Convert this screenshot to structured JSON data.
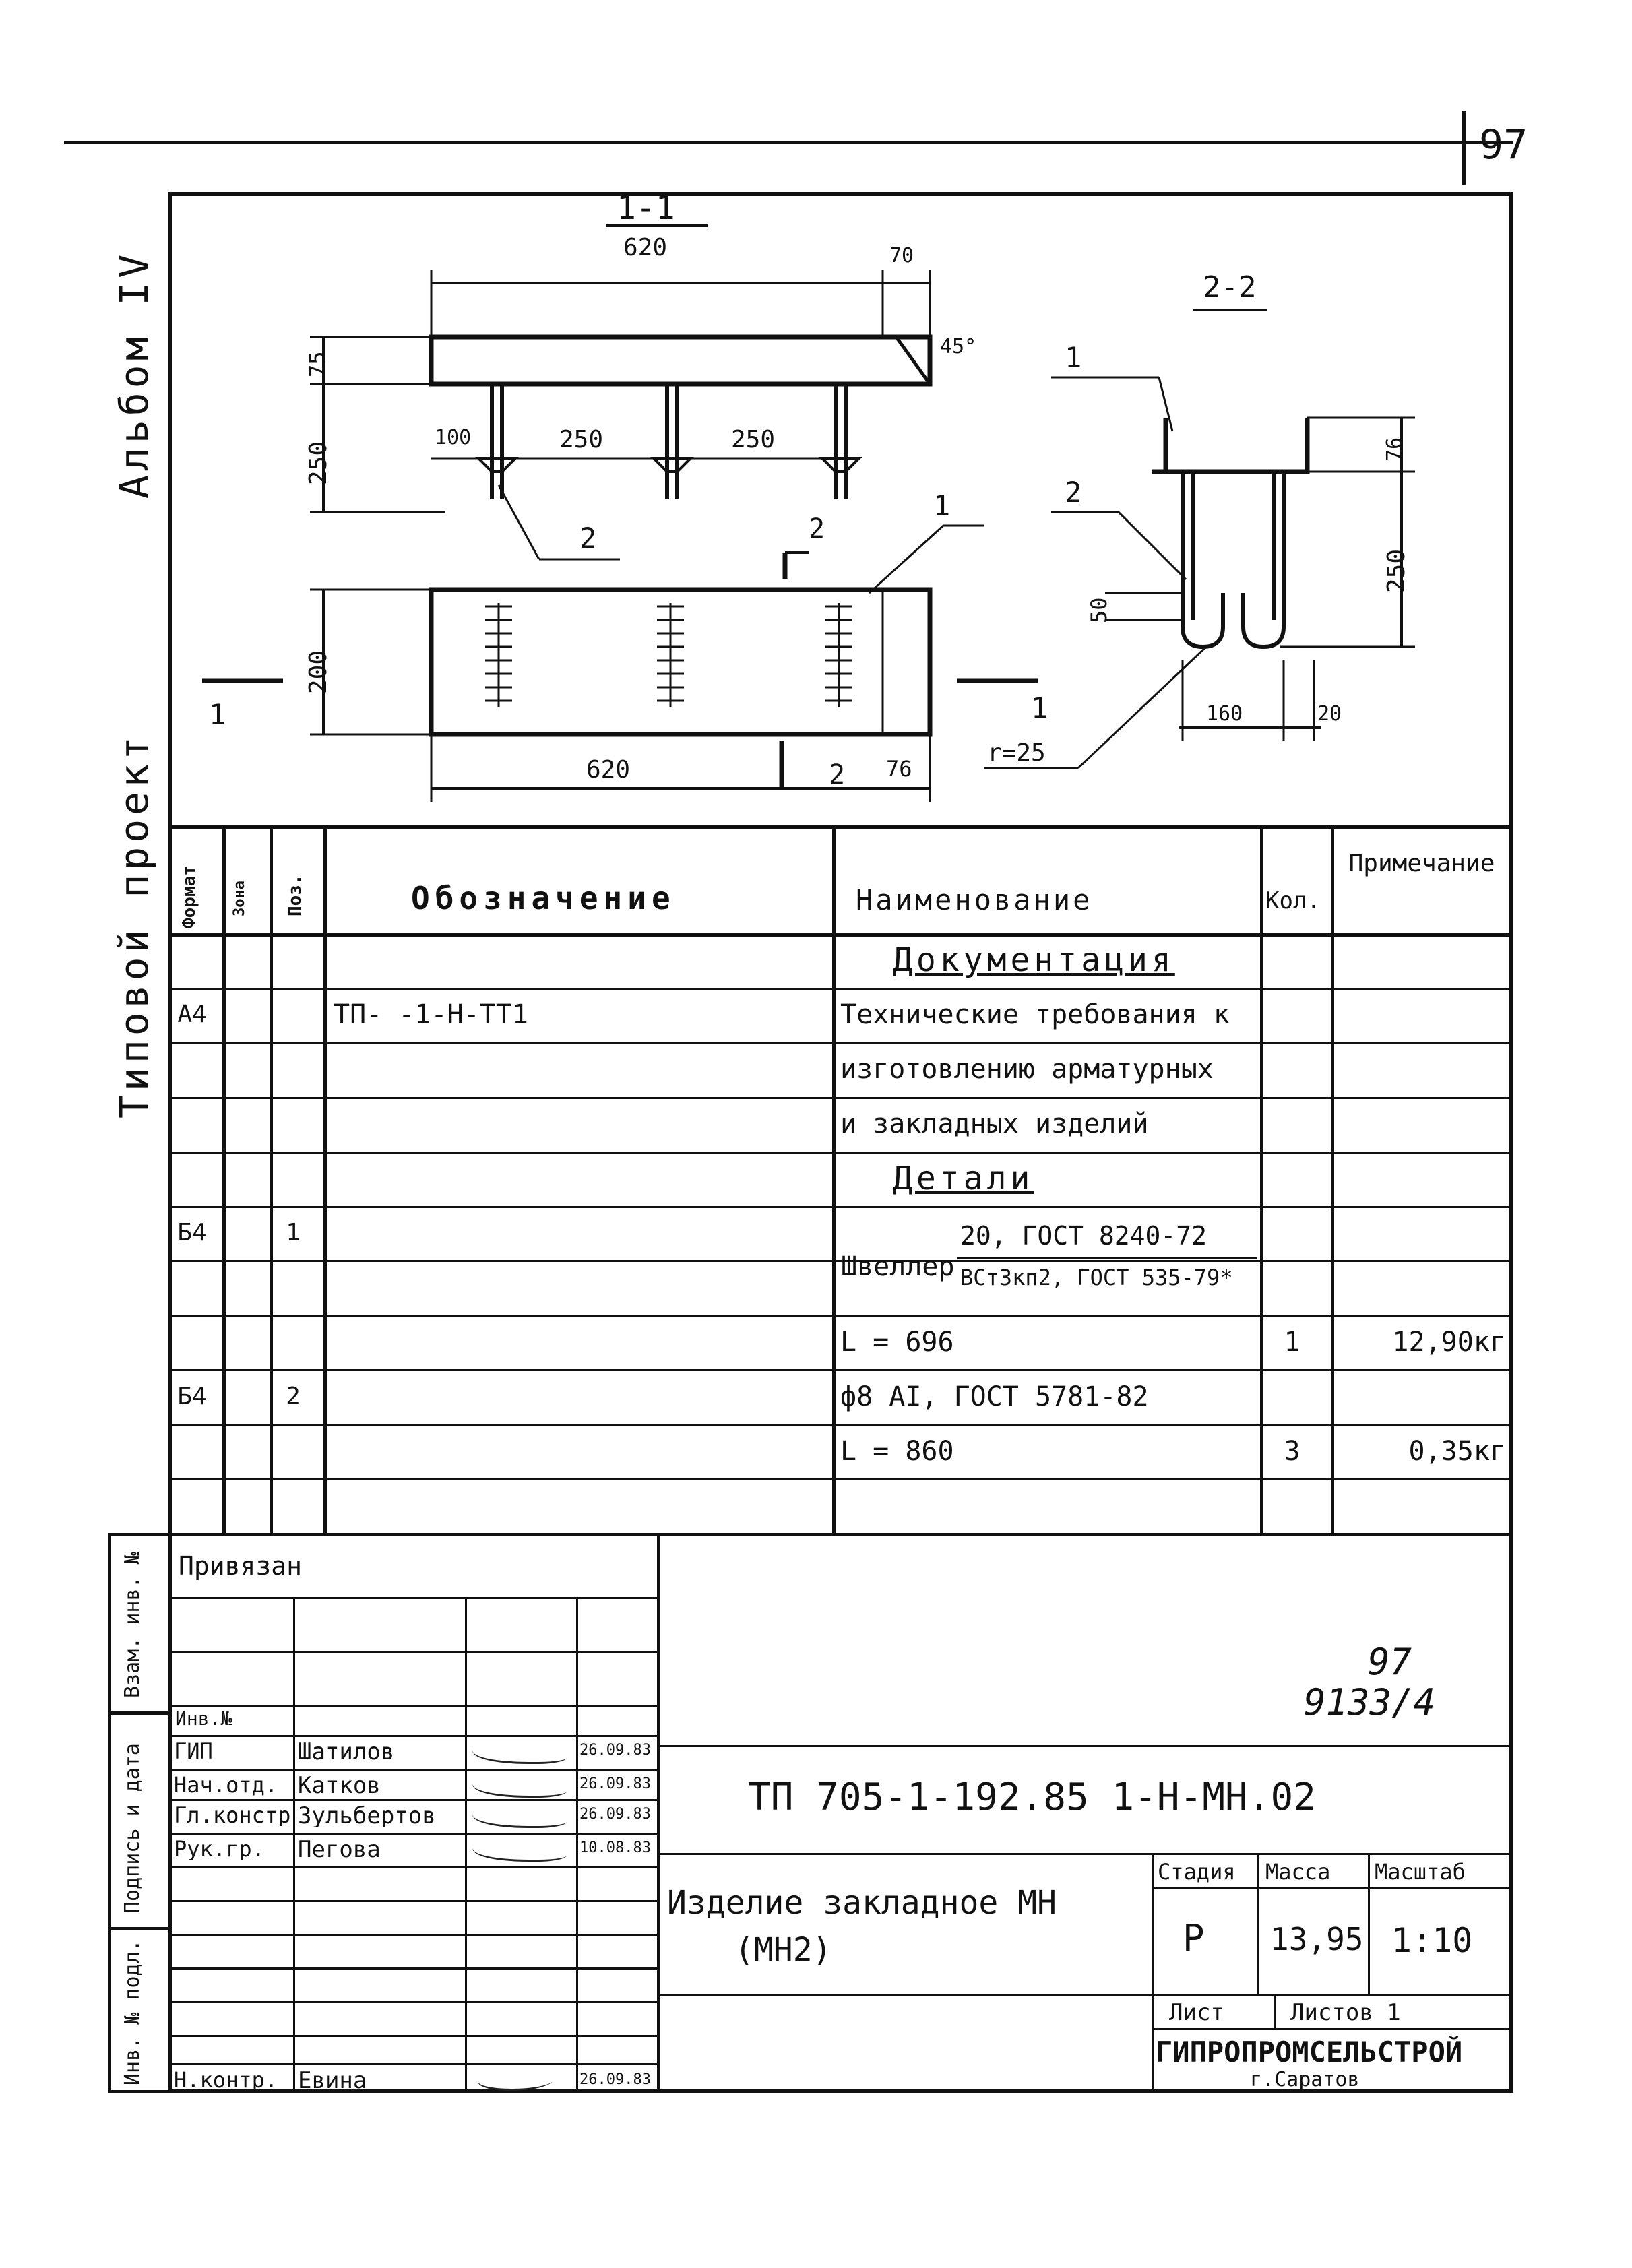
{
  "sheet_number": "97",
  "side_labels": {
    "album": "Альбом IV",
    "project": "Типовой проект",
    "vzam": "Взам. инв. №",
    "podpis": "Подпись и дата",
    "inv_podl": "Инв. № подл."
  },
  "drawing": {
    "section_1_title": "1-1",
    "section_2_title": "2-2",
    "dim_620_top": "620",
    "dim_70": "70",
    "angle_45": "45°",
    "dim_75": "75",
    "dim_250_v": "250",
    "dim_100": "100",
    "dim_250_a": "250",
    "dim_250_b": "250",
    "pos_2_a": "2",
    "pos_2_b": "2",
    "pos_1_a": "1",
    "dim_200": "200",
    "dim_620_bottom": "620",
    "cut_1_left": "1",
    "cut_1_right": "1",
    "cut_2": "2",
    "dim_76": "76",
    "pos_1_b": "1",
    "pos_2_c": "2",
    "dim_76_s": "76",
    "dim_250_s": "250",
    "dim_50": "50",
    "dim_160": "160",
    "dim_20": "20",
    "radius": "r=25"
  },
  "spec_table": {
    "headers": {
      "format": "Формат",
      "zone": "Зона",
      "pos": "Поз.",
      "designation": "Обозначение",
      "name": "Наименование",
      "qty": "Кол.",
      "note": "Примечание"
    },
    "rows": [
      {
        "format": "",
        "pos": "",
        "designation": "",
        "name": "Документация",
        "qty": "",
        "note": "",
        "underline": true
      },
      {
        "format": "А4",
        "pos": "",
        "designation": "ТП-          -1-Н-ТТ1",
        "name": "Технические требования к",
        "qty": "",
        "note": ""
      },
      {
        "format": "",
        "pos": "",
        "designation": "",
        "name": "изготовлению арматурных",
        "qty": "",
        "note": ""
      },
      {
        "format": "",
        "pos": "",
        "designation": "",
        "name": "и закладных изделий",
        "qty": "",
        "note": ""
      },
      {
        "format": "",
        "pos": "",
        "designation": "",
        "name": "Детали",
        "qty": "",
        "note": "",
        "underline": true
      },
      {
        "format": "Б4",
        "pos": "1",
        "designation": "",
        "name": "",
        "qty": "",
        "note": ""
      },
      {
        "format": "",
        "pos": "",
        "designation": "",
        "name": "",
        "qty": "",
        "note": ""
      },
      {
        "format": "",
        "pos": "",
        "designation": "",
        "name": "L = 696",
        "qty": "1",
        "note": "12,90кг"
      },
      {
        "format": "Б4",
        "pos": "2",
        "designation": "",
        "name": "ф8 АI, ГОСТ 5781-82",
        "qty": "",
        "note": ""
      },
      {
        "format": "",
        "pos": "",
        "designation": "",
        "name": "L = 860",
        "qty": "3",
        "note": "0,35кг"
      },
      {
        "format": "",
        "pos": "",
        "designation": "",
        "name": "",
        "qty": "",
        "note": ""
      }
    ],
    "shveller_word": "Швеллер",
    "shveller_top": "20, ГОСТ 8240-72",
    "shveller_bottom": "ВСт3кп2, ГОСТ 535-79*"
  },
  "title_block": {
    "privyazan": "Привязан",
    "inv_no": "Инв.№",
    "staff": [
      {
        "role": "ГИП",
        "name": "Шатилов",
        "date": "26.09.83"
      },
      {
        "role": "Нач.отд.",
        "name": "Катков",
        "date": "26.09.83"
      },
      {
        "role": "Гл.констр.",
        "name": "Зульбертов",
        "date": "26.09.83"
      },
      {
        "role": "Рук.гр.",
        "name": "Пегова",
        "date": "10.08.83"
      }
    ],
    "kontr": {
      "role": "Н.контр.",
      "name": "Евина",
      "date": "26.09.83"
    },
    "archive_top": "97",
    "archive_bottom": "9133/4",
    "designation": "ТП 705-1-192.85  1-Н-МН.02",
    "item_name_1": "Изделие закладное МН",
    "item_name_2": "(МН2)",
    "stage_label": "Стадия",
    "mass_label": "Масса",
    "scale_label": "Масштаб",
    "stage": "Р",
    "mass": "13,95",
    "scale": "1:10",
    "sheet_label": "Лист",
    "sheets_label": "Листов 1",
    "org": "ГИПРОПРОМСЕЛЬСТРОЙ",
    "city": "г.Саратов"
  }
}
